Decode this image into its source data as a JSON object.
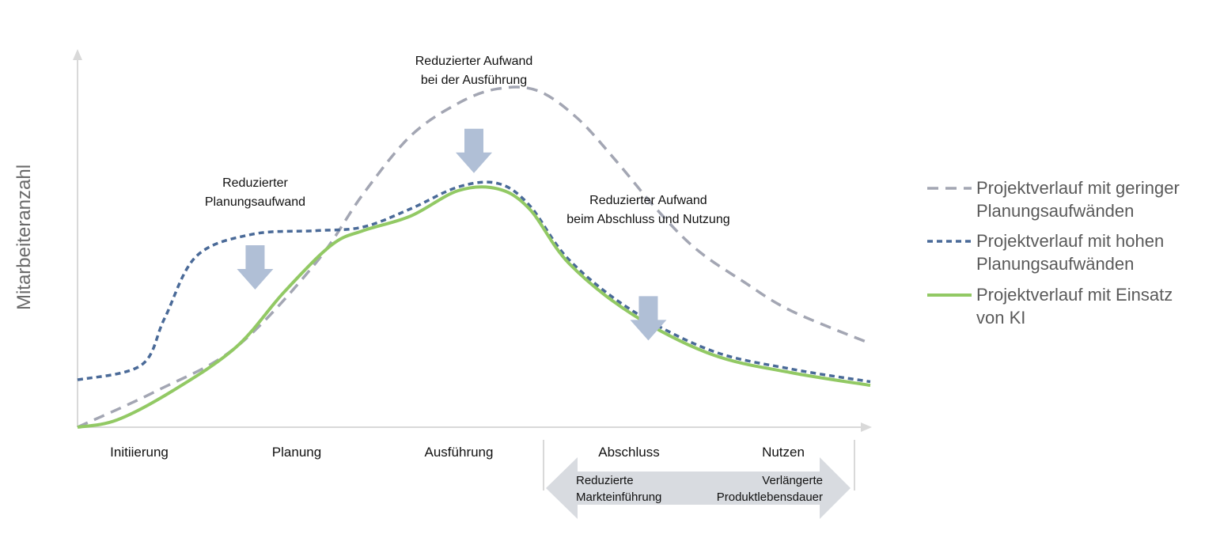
{
  "chart_data": {
    "type": "line",
    "ylabel": "Mitarbeiteranzahl",
    "xlim": [
      0,
      100
    ],
    "ylim": [
      0,
      100
    ],
    "grid": false,
    "legend_placement": "right",
    "phases": [
      "Initiierung",
      "Planung",
      "Ausführung",
      "Abschluss",
      "Nutzen"
    ],
    "series": [
      {
        "name": "Projektverlauf mit geringer Planungsaufwänden",
        "legend_lines": [
          "Projektverlauf mit geringer",
          "Planungsaufwänden"
        ],
        "color": "#a3a6b3",
        "style": "dashed-long",
        "x": [
          0,
          10,
          20,
          30,
          36,
          42,
          48,
          53,
          58,
          63,
          68,
          73,
          78,
          84,
          90,
          100
        ],
        "y": [
          0,
          10,
          22,
          45,
          64,
          80,
          89,
          93,
          92.5,
          85,
          73,
          60,
          49,
          40,
          32,
          23
        ]
      },
      {
        "name": "Projektverlauf mit hohen Planungsaufwänden",
        "legend_lines": [
          "Projektverlauf mit hohen",
          "Planungsaufwänden"
        ],
        "color": "#4a6a98",
        "style": "dashed-short",
        "x": [
          0,
          8,
          11,
          15,
          22,
          30,
          36,
          42,
          48,
          53,
          57,
          62,
          70,
          80,
          90,
          100
        ],
        "y": [
          13,
          17,
          30,
          47,
          53,
          54,
          55,
          60,
          66,
          67,
          61,
          46,
          32,
          21,
          16,
          12.5
        ]
      },
      {
        "name": "Projektverlauf mit Einsatz von KI",
        "legend_lines": [
          "Projektverlauf mit Einsatz",
          "von KI"
        ],
        "color": "#92c964",
        "style": "solid",
        "x": [
          0,
          5,
          12,
          20,
          26,
          32,
          36,
          42,
          48,
          53,
          57,
          62,
          70,
          80,
          90,
          100
        ],
        "y": [
          0,
          2,
          10,
          22,
          37,
          50,
          54,
          58,
          65,
          65.5,
          60,
          45,
          31,
          20,
          15,
          11.5
        ]
      }
    ],
    "annotations": [
      {
        "lines": [
          "Reduzierter",
          "Planungsaufwand"
        ],
        "x": 22.4,
        "arrow_y": 50
      },
      {
        "lines": [
          "Reduzierter Aufwand",
          "bei der Ausführung"
        ],
        "x": 50,
        "arrow_y": 82
      },
      {
        "lines": [
          "Reduzierter Aufwand",
          "beim Abschluss und Nutzung"
        ],
        "x": 72,
        "arrow_y": 36
      }
    ],
    "band": {
      "left_lines": [
        "Reduzierte",
        "Markteinführung"
      ],
      "right_lines": [
        "Verlängerte",
        "Produktlebensdauer"
      ]
    }
  },
  "colors": {
    "axis": "#d9d9d9",
    "arrow": "#b0bfd6",
    "band": "#d8dbe0"
  }
}
